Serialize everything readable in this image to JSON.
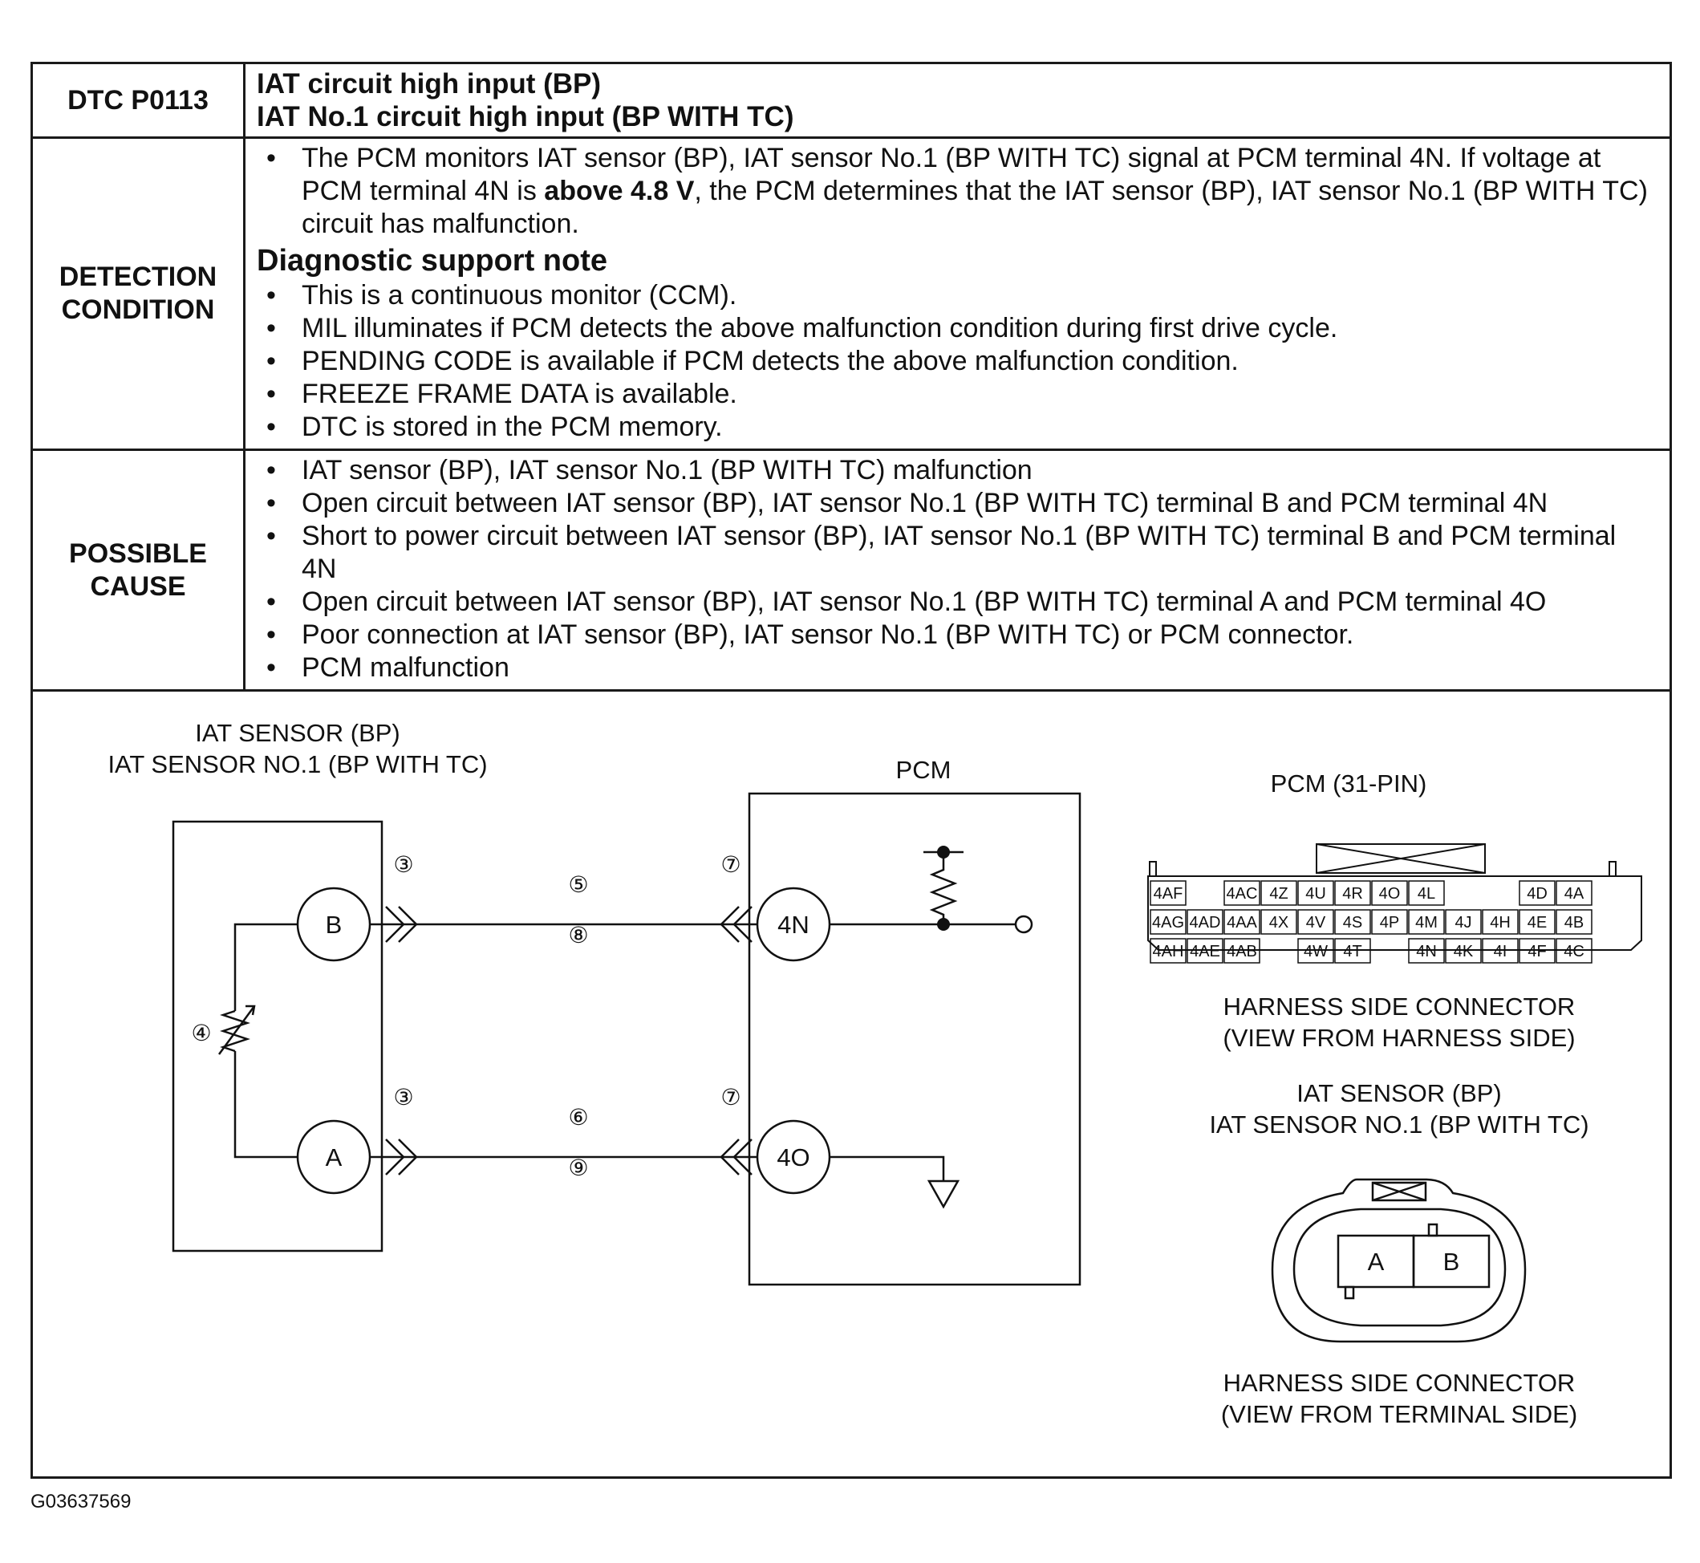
{
  "dtc": {
    "code": "DTC P0113",
    "title_line1": "IAT circuit high input (BP)",
    "title_line2": "IAT No.1 circuit high input (BP WITH TC)"
  },
  "detection": {
    "label": "DETECTION CONDITION",
    "intro_part1": "The PCM monitors IAT sensor (BP), IAT sensor No.1 (BP WITH TC) signal at PCM terminal 4N. If voltage at PCM terminal 4N is ",
    "intro_bold": "above 4.8 V",
    "intro_part2": ", the PCM determines that the IAT sensor (BP), IAT sensor No.1 (BP WITH TC) circuit has malfunction.",
    "note_title": "Diagnostic support note",
    "notes": [
      "This is a continuous monitor (CCM).",
      "MIL illuminates if PCM detects the above malfunction condition during first drive cycle.",
      "PENDING CODE is available if PCM detects the above malfunction condition.",
      "FREEZE FRAME DATA is available.",
      "DTC is stored in the PCM memory."
    ]
  },
  "cause": {
    "label": "POSSIBLE CAUSE",
    "items": [
      "IAT sensor (BP), IAT sensor No.1 (BP WITH TC) malfunction",
      "Open circuit between IAT sensor (BP), IAT sensor No.1 (BP WITH TC) terminal B and PCM terminal 4N",
      "Short to power circuit between IAT sensor (BP), IAT sensor No.1 (BP WITH TC) terminal B and PCM terminal 4N",
      "Open circuit between IAT sensor (BP), IAT sensor No.1 (BP WITH TC) terminal A and PCM terminal 4O",
      "Poor connection at IAT sensor (BP), IAT sensor No.1 (BP WITH TC) or PCM connector.",
      "PCM malfunction"
    ]
  },
  "diagram": {
    "sensor_label_line1": "IAT SENSOR (BP)",
    "sensor_label_line2": "IAT SENSOR NO.1 (BP WITH TC)",
    "pcm_label": "PCM",
    "terminal_b": "B",
    "terminal_a": "A",
    "terminal_4n": "4N",
    "terminal_4o": "4O",
    "callout_3": "③",
    "callout_4": "④",
    "callout_5": "⑤",
    "callout_6": "⑥",
    "callout_7": "⑦",
    "callout_8": "⑧",
    "callout_9": "⑨",
    "pcm_connector_title": "PCM (31-PIN)",
    "pcm_connector_pins_row1": [
      "4AF",
      "4AC",
      "4Z",
      "4U",
      "4R",
      "4O",
      "4L",
      "4D",
      "4A"
    ],
    "pcm_connector_pins_row2": [
      "4AG",
      "4AD",
      "4AA",
      "4X",
      "4V",
      "4S",
      "4P",
      "4M",
      "4J",
      "4H",
      "4E",
      "4B"
    ],
    "pcm_connector_pins_row3": [
      "4AH",
      "4AE",
      "4AB",
      "4W",
      "4T",
      "4N",
      "4K",
      "4I",
      "4F",
      "4C"
    ],
    "pcm_connector_caption_line1": "HARNESS SIDE CONNECTOR",
    "pcm_connector_caption_line2": "(VIEW FROM HARNESS SIDE)",
    "sensor_connector_title_line1": "IAT SENSOR (BP)",
    "sensor_connector_title_line2": "IAT SENSOR NO.1 (BP WITH TC)",
    "sensor_pin_a": "A",
    "sensor_pin_b": "B",
    "sensor_connector_caption_line1": "HARNESS SIDE CONNECTOR",
    "sensor_connector_caption_line2": "(VIEW FROM TERMINAL SIDE)"
  },
  "footer": {
    "figure_id": "G03637569"
  }
}
